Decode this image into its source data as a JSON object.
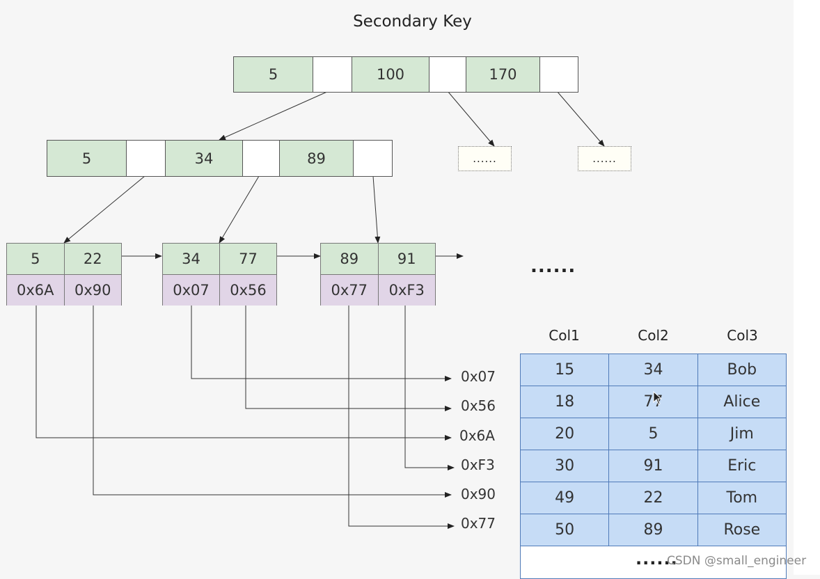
{
  "title": "Secondary Key",
  "root_node": {
    "keys": [
      "5",
      "100",
      "170"
    ]
  },
  "internal_node": {
    "keys": [
      "5",
      "34",
      "89"
    ]
  },
  "placeholder_nodes": [
    "......",
    "......"
  ],
  "leaf_nodes": [
    {
      "keys": [
        "5",
        "22"
      ],
      "addresses": [
        "0x6A",
        "0x90"
      ]
    },
    {
      "keys": [
        "34",
        "77"
      ],
      "addresses": [
        "0x07",
        "0x56"
      ]
    },
    {
      "keys": [
        "89",
        "91"
      ],
      "addresses": [
        "0x77",
        "0xF3"
      ]
    }
  ],
  "leaf_continuation": "......",
  "address_labels": [
    "0x07",
    "0x56",
    "0x6A",
    "0xF3",
    "0x90",
    "0x77"
  ],
  "table": {
    "columns": [
      "Col1",
      "Col2",
      "Col3"
    ],
    "rows": [
      [
        "15",
        "34",
        "Bob"
      ],
      [
        "18",
        "77",
        "Alice"
      ],
      [
        "20",
        "5",
        "Jim"
      ],
      [
        "30",
        "91",
        "Eric"
      ],
      [
        "49",
        "22",
        "Tom"
      ],
      [
        "50",
        "89",
        "Rose"
      ]
    ],
    "footer": "......"
  },
  "watermark": "CSDN @small_engineer",
  "colors": {
    "key_cell": "#d5e8d4",
    "address_cell": "#e1d5e7",
    "table_cell": "#c6dcf6",
    "table_border": "#4f7ab8"
  }
}
